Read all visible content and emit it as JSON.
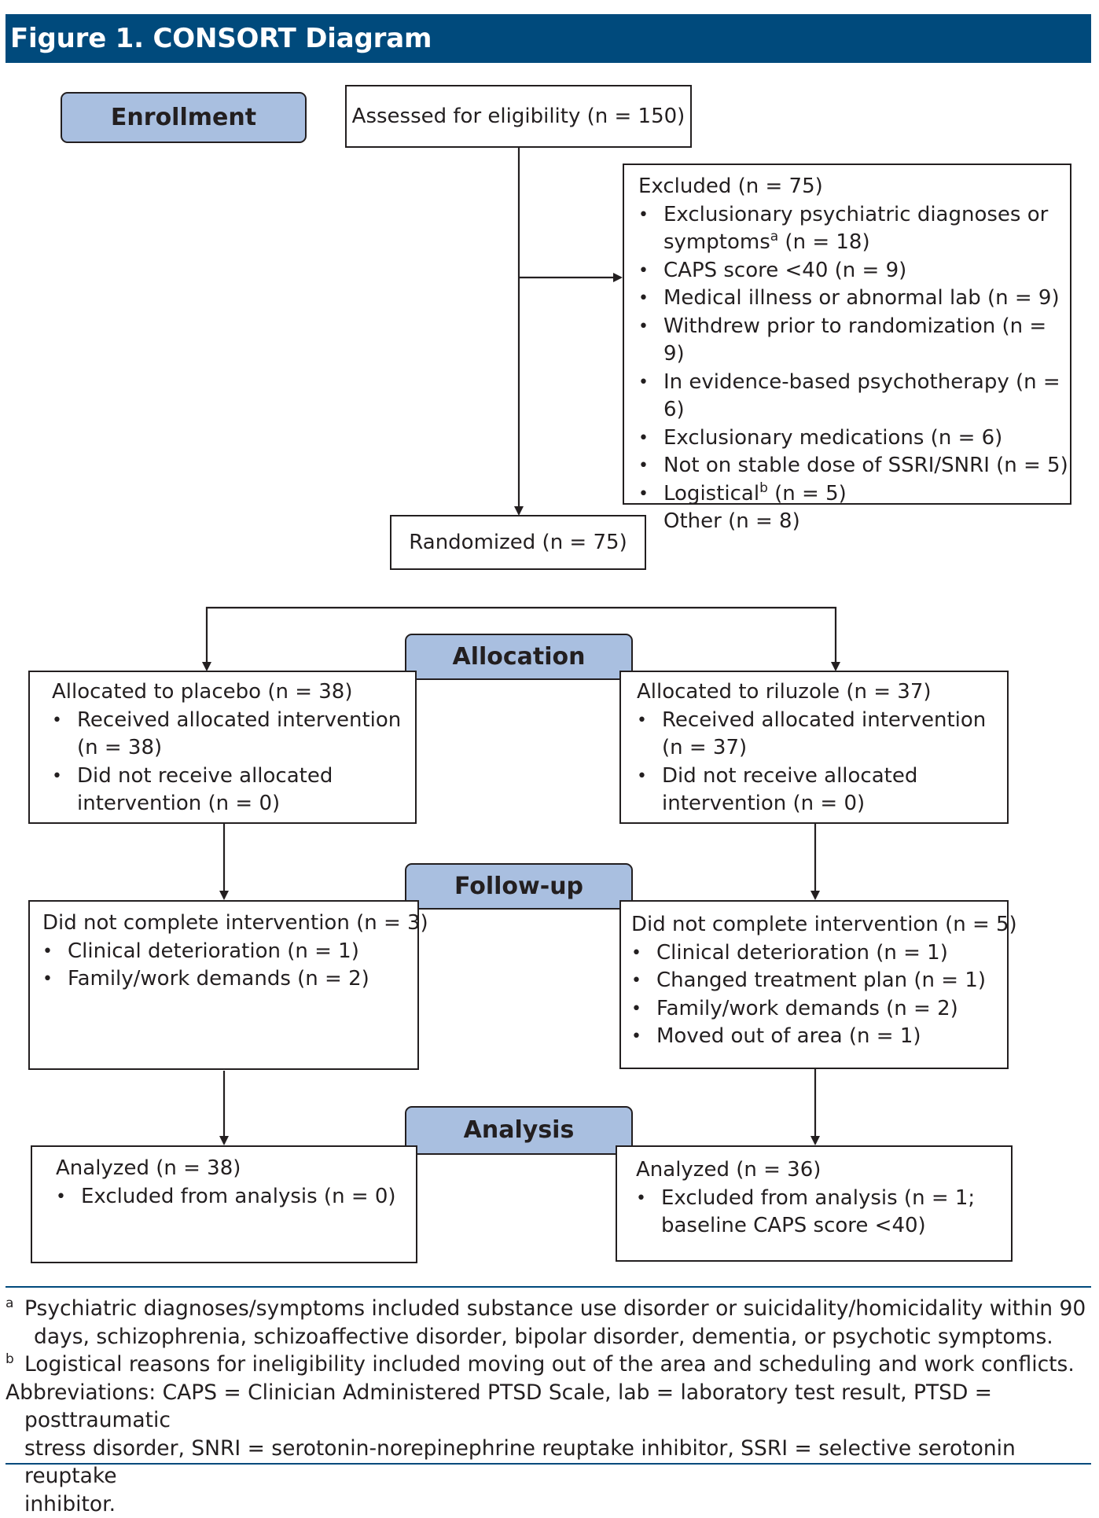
{
  "header": {
    "title": "Figure 1. CONSORT Diagram"
  },
  "stages": {
    "enrollment": "Enrollment",
    "allocation": "Allocation",
    "followup": "Follow-up",
    "analysis": "Analysis"
  },
  "assessed": "Assessed for eligibility (n = 150)",
  "excluded": {
    "title": "Excluded (n = 75)",
    "items": [
      {
        "text": "Exclusionary psychiatric diagnoses or",
        "text2": "symptoms",
        "sup": "a",
        "tail": " (n = 18)"
      },
      {
        "text": "CAPS score <40 (n = 9)"
      },
      {
        "text": "Medical illness or abnormal lab (n = 9)"
      },
      {
        "text": "Withdrew prior to randomization (n = 9)"
      },
      {
        "text": "In evidence-based psychotherapy (n = 6)"
      },
      {
        "text": "Exclusionary medications (n = 6)"
      },
      {
        "text": "Not on stable dose of SSRI/SNRI (n = 5)"
      },
      {
        "text": "Logistical",
        "sup": "b",
        "tail": " (n = 5)"
      },
      {
        "text": "Other (n = 8)"
      }
    ]
  },
  "randomized": "Randomized (n = 75)",
  "placebo": {
    "title": "Allocated to placebo (n = 38)",
    "items": [
      {
        "line1": "Received allocated intervention",
        "line2": "(n = 38)"
      },
      {
        "line1": "Did not receive allocated",
        "line2": "intervention  (n = 0)"
      }
    ]
  },
  "riluzole": {
    "title": "Allocated to riluzole (n = 37)",
    "items": [
      {
        "line1": "Received allocated intervention",
        "line2": "(n = 37)"
      },
      {
        "line1": "Did not receive allocated",
        "line2": "intervention (n = 0)"
      }
    ]
  },
  "followup_placebo": {
    "title": "Did not complete intervention (n = 3)",
    "items": [
      "Clinical deterioration (n = 1)",
      "Family/work demands (n = 2)"
    ]
  },
  "followup_riluzole": {
    "title": "Did not complete intervention (n = 5)",
    "items": [
      "Clinical deterioration (n = 1)",
      "Changed treatment plan (n = 1)",
      "Family/work demands (n = 2)",
      "Moved out of area (n = 1)"
    ]
  },
  "analysis_placebo": {
    "title": "Analyzed (n = 38)",
    "items": [
      "Excluded from analysis (n = 0)"
    ]
  },
  "analysis_riluzole": {
    "title": "Analyzed (n = 36)",
    "item_line1": "Excluded from analysis (n = 1;",
    "item_line2": "baseline CAPS score <40)"
  },
  "footnotes": {
    "a_mark": "a",
    "a_line1": "Psychiatric diagnoses/symptoms included substance use disorder or suicidality/homicidality within 90",
    "a_line2": "days, schizophrenia, schizoaffective disorder, bipolar disorder, dementia, or psychotic symptoms.",
    "b_mark": "b",
    "b_text": "Logistical reasons for ineligibility included moving out of the area and scheduling and work conflicts.",
    "abbr_line1": "Abbreviations: CAPS = Clinician Administered PTSD Scale, lab = laboratory test result, PTSD = posttraumatic",
    "abbr_line2": "stress disorder, SNRI = serotonin-norepinephrine reuptake inhibitor, SSRI = selective serotonin reuptake",
    "abbr_line3": "inhibitor."
  },
  "colors": {
    "header_bg": "#004a7c",
    "stage_fill": "#a9bfe0",
    "line": "#231f20"
  }
}
